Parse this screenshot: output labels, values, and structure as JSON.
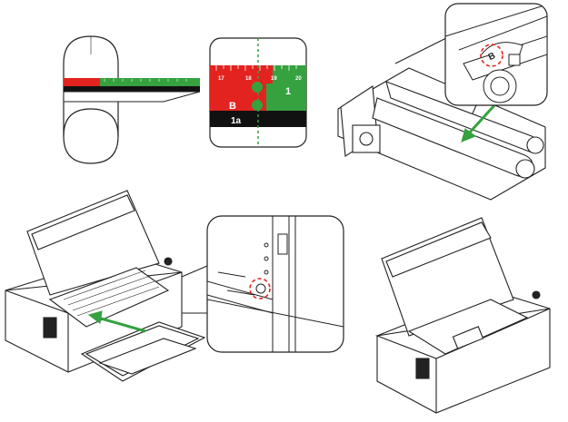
{
  "colors": {
    "line": "#222222",
    "red": "#e3231f",
    "green": "#35a23f",
    "black": "#111111",
    "white": "#ffffff",
    "panel_gray": "#f2f2f2"
  },
  "ruler_zoom": {
    "ticks": [
      "17",
      "18",
      "19",
      "20"
    ],
    "label_b": "B",
    "label_1": "1",
    "label_1a": "1a"
  },
  "rotary_zoom": {
    "mark": "B"
  },
  "icons": [
    "rotary-roller-icon",
    "green-arrow-icon",
    "red-dashed-circle-icon",
    "laser-machine-icon"
  ]
}
